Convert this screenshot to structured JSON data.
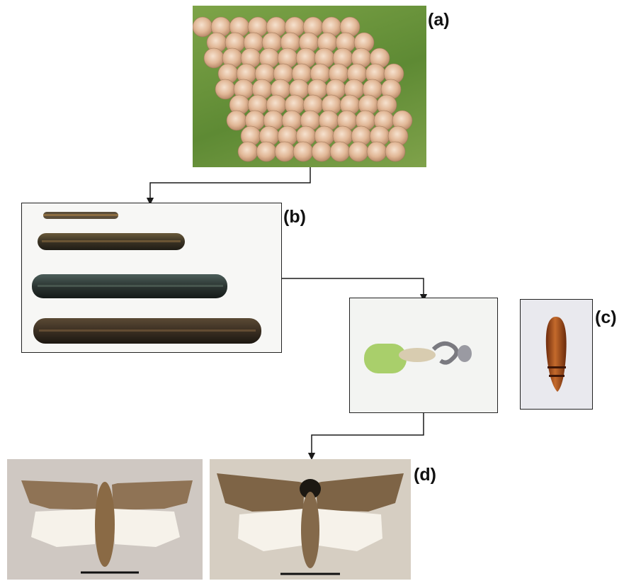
{
  "labels": {
    "eggs": "(a)",
    "larvae": "(b)",
    "pupae": "(c)",
    "adults": "(d)"
  },
  "stages": [
    "egg-mass",
    "larval-instars",
    "pupa-forming",
    "pupa",
    "adult-moth-1",
    "adult-moth-2"
  ],
  "colors": {
    "leaf": "#6f9a3e",
    "egg": "#e8c4a6",
    "larva": "#2b2a22",
    "pupa": "#a0461a",
    "moth_wing": "#8a6f4e",
    "hindwing": "#f4f0e8",
    "arrow": "#1a1a1a"
  }
}
